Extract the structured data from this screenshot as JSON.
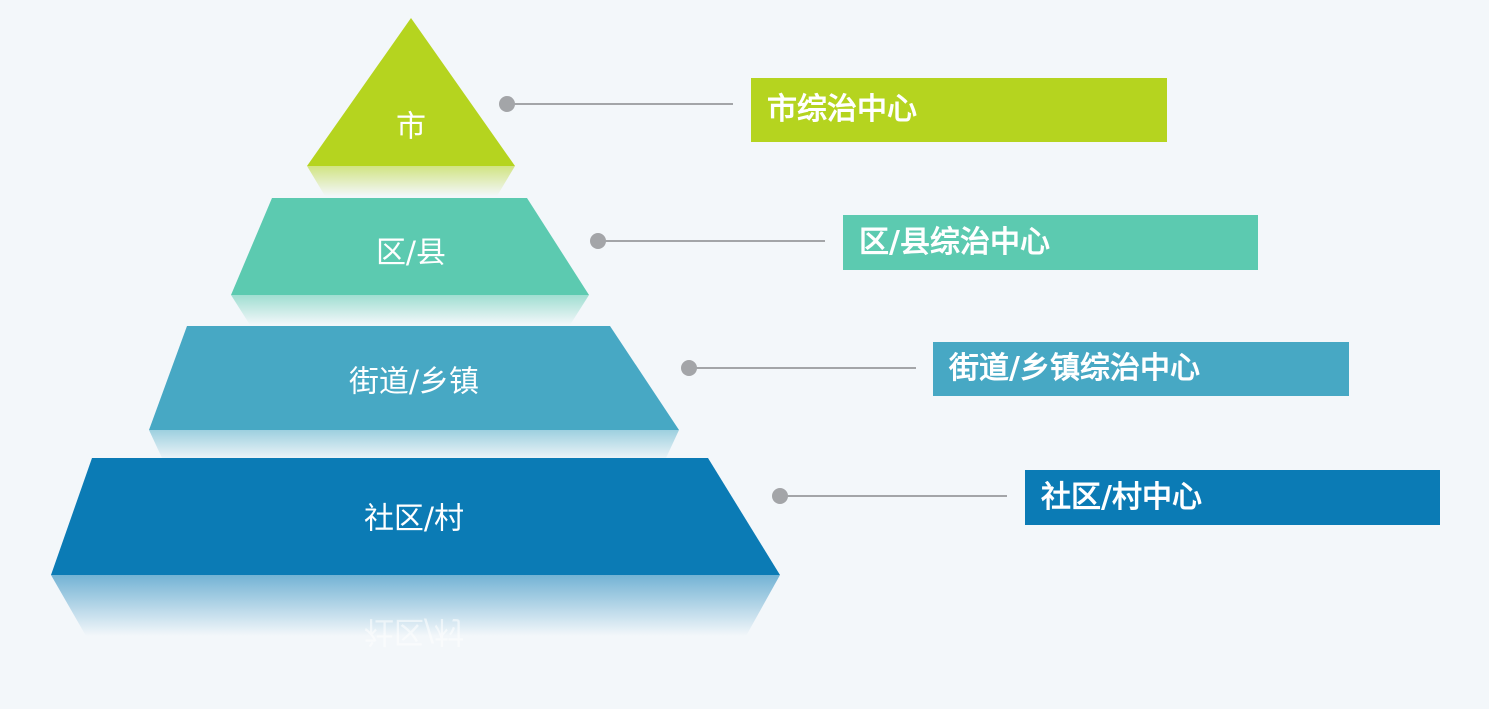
{
  "colors": {
    "background": "#f3f7fa",
    "connector": "#a3a5a8",
    "tiers": [
      "#b5d41f",
      "#5ccab0",
      "#47a8c4",
      "#0b7bb5"
    ]
  },
  "tiers": [
    {
      "label": "市",
      "center": "市综治中心"
    },
    {
      "label": "区/县",
      "center": "区/县综治中心"
    },
    {
      "label": "街道/乡镇",
      "center": "街道/乡镇综治中心"
    },
    {
      "label": "社区/村",
      "center": "社区/村中心"
    }
  ]
}
